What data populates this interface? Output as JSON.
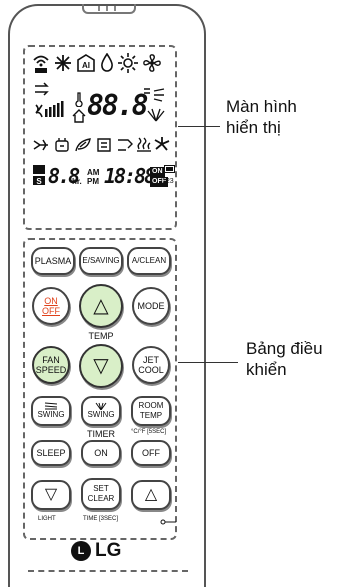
{
  "callouts": {
    "display": [
      "Màn hình",
      "hiển thị"
    ],
    "panel": [
      "Bảng điều",
      "khiển"
    ]
  },
  "lcd": {
    "row1_icons": [
      "὏6",
      "✱",
      "AI",
      "💧",
      "☼",
      "✇"
    ],
    "temp_digits": "88.8",
    "timer_digits": "8.8",
    "timer_hr": "hr.",
    "am": "AM",
    "pm": "PM",
    "clock": "18:88",
    "on_chip": "ON",
    "off_chip": "OFF",
    "num_small": "123"
  },
  "buttons": {
    "plasma": "PLASMA",
    "esaving": "E/SAVING",
    "aclean": "A/CLEAN",
    "onoff_top": "ON",
    "onoff_bottom": "OFF",
    "temp_up": "△",
    "mode": "MODE",
    "temp_label": "TEMP",
    "fan_top": "FAN",
    "fan_bottom": "SPEED",
    "temp_down": "▽",
    "jet_top": "JET",
    "jet_bottom": "COOL",
    "swing_a": "SWING",
    "swing_b": "SWING",
    "room_top": "ROOM",
    "room_bottom": "TEMP",
    "timer_label": "TIMER",
    "cf_label": "°C/°F [5SEC]",
    "sleep": "SLEEP",
    "on": "ON",
    "off": "OFF",
    "light_down": "▽",
    "set_top": "SET",
    "set_bottom": "CLEAR",
    "light_up": "△",
    "light_label": "LIGHT",
    "time_label": "TIME [3SEC]"
  },
  "brand": {
    "logo_letter": "L",
    "name": "LG"
  },
  "icons": [
    "signal-icon",
    "snowflake-icon",
    "ai-icon",
    "drop-icon",
    "sun-icon",
    "fan-icon",
    "swing-icon",
    "fan-level-icon",
    "thermometer-icon",
    "house-icon",
    "vertical-swing-icon",
    "horizontal-swing-icon",
    "bug-icon",
    "plasma-icon",
    "leaf-icon",
    "heat-icon",
    "battery-icon",
    "timer-icon"
  ],
  "colors": {
    "button_green": "#d9efc8",
    "onoff_text": "#e0401a"
  }
}
